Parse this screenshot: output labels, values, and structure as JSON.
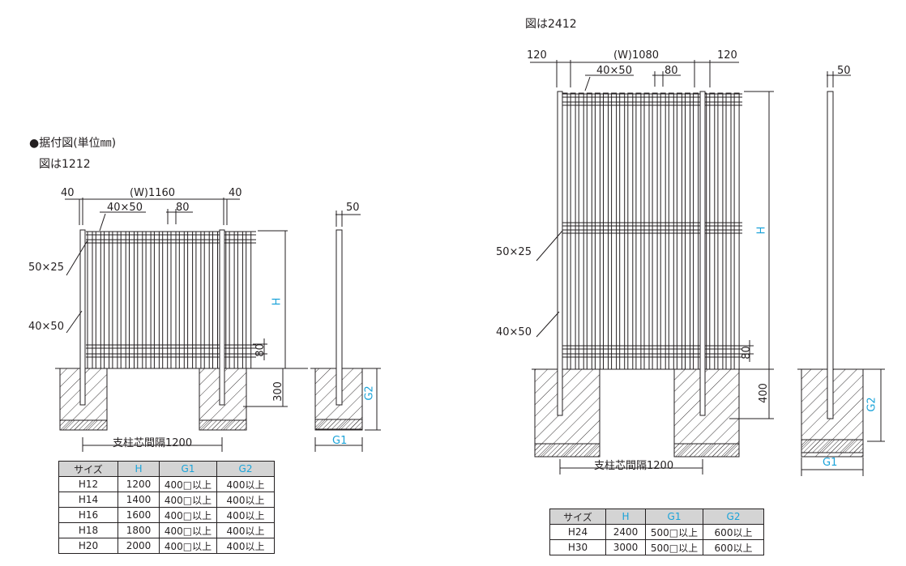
{
  "heading": "●据付図(単位㎜)",
  "left": {
    "subtitle": "図は1212",
    "dim_w_left": "40",
    "dim_w": "(W)1160",
    "dim_w_right": "40",
    "dim_slat": "40×50",
    "dim_pitch": "80",
    "label_rail": "50×25",
    "label_post": "40×50",
    "dim_h": "H",
    "dim_80": "80",
    "dim_300": "300",
    "dim_post_spacing": "支柱芯間隔1200",
    "side_dim_top": "50",
    "side_dim_g2": "G2",
    "side_dim_g1": "G1"
  },
  "right": {
    "subtitle": "図は2412",
    "dim_w_left": "120",
    "dim_w": "(W)1080",
    "dim_w_right": "120",
    "dim_slat": "40×50",
    "dim_pitch": "80",
    "label_rail": "50×25",
    "label_post": "40×50",
    "dim_h": "H",
    "dim_80": "80",
    "dim_400": "400",
    "dim_post_spacing": "支柱芯間隔1200",
    "side_dim_top": "50",
    "side_dim_g2": "G2",
    "side_dim_g1": "G1"
  },
  "table_left": {
    "headers": [
      "サイズ",
      "H",
      "G1",
      "G2"
    ],
    "rows": [
      [
        "H12",
        "1200",
        "400□以上",
        "400以上"
      ],
      [
        "H14",
        "1400",
        "400□以上",
        "400以上"
      ],
      [
        "H16",
        "1600",
        "400□以上",
        "400以上"
      ],
      [
        "H18",
        "1800",
        "400□以上",
        "400以上"
      ],
      [
        "H20",
        "2000",
        "400□以上",
        "400以上"
      ]
    ]
  },
  "table_right": {
    "headers": [
      "サイズ",
      "H",
      "G1",
      "G2"
    ],
    "rows": [
      [
        "H24",
        "2400",
        "500□以上",
        "600以上"
      ],
      [
        "H30",
        "3000",
        "500□以上",
        "600以上"
      ]
    ]
  },
  "colors": {
    "line": "#231f20",
    "accent": "#1aa3d9",
    "header_bg": "#d4d4d4"
  }
}
